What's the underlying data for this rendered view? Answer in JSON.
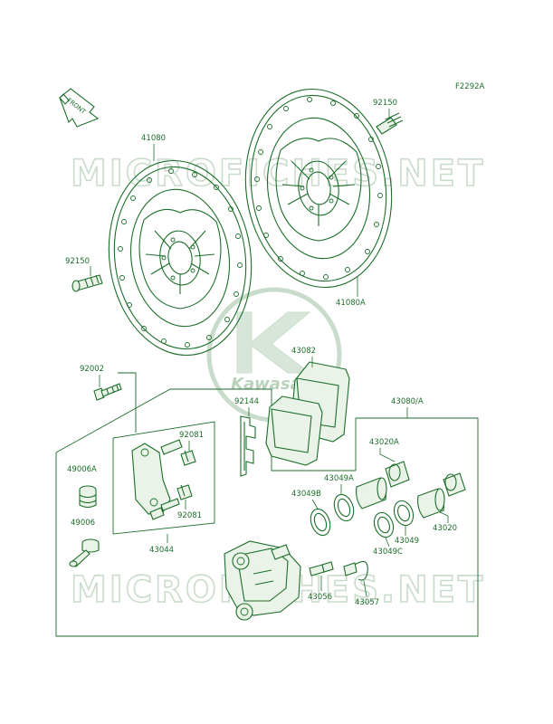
{
  "figure_code": "F2292A",
  "front_label": "FRONT",
  "watermark": {
    "top": "MICROFICHES.NET",
    "bottom": "MICROFICHES.NET",
    "logo_text": "Kawasaki"
  },
  "parts": {
    "disc_left": "41080",
    "disc_right": "41080A",
    "bolt_top": "92150",
    "bolt_left": "92150",
    "bolt_bracket": "92002",
    "pad": "43082",
    "pad_spring": "92144",
    "caliper_assy": "43080/A",
    "piston_a": "43020A",
    "seal_a": "43049A",
    "seal_b": "43049B",
    "boot": "49006A",
    "pin": "49006",
    "clip_top": "92081",
    "clip_bottom": "92081",
    "bracket": "43044",
    "seal_c": "43049C",
    "seal": "43049",
    "piston": "43020",
    "bleeder": "43056",
    "cap": "43057"
  },
  "colors": {
    "line": "#1c6e2a",
    "watermark": "#c9dccb"
  }
}
